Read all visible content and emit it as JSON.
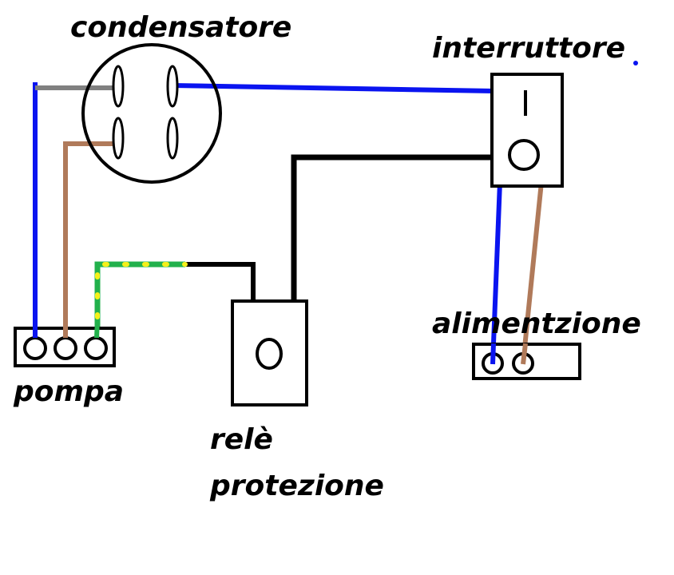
{
  "labels": {
    "condensatore": "condensatore",
    "interruttore": "interruttore",
    "alimentazione": "alimentzione",
    "pompa": "pompa",
    "rele_line1": "relè",
    "rele_line2": "protezione"
  },
  "colors": {
    "wire_blue": "#0a14f0",
    "wire_brown": "#b07a5a",
    "wire_grey": "#808080",
    "wire_black": "#000000",
    "wire_earth_green": "#22b14c",
    "wire_earth_yellow": "#f5f01a"
  }
}
